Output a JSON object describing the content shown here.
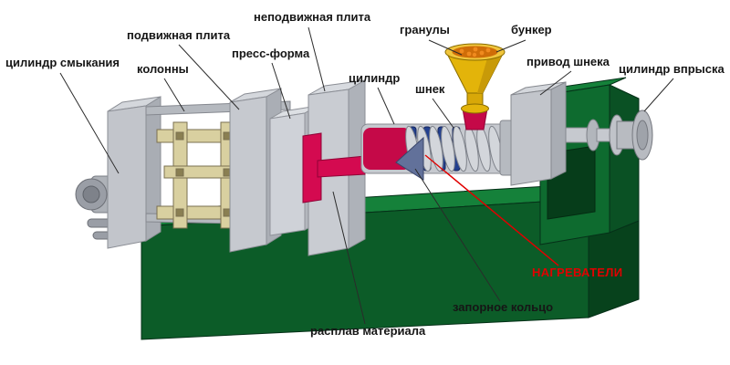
{
  "figure": {
    "type": "labeled-diagram",
    "subject": "injection molding machine schematic",
    "labels": {
      "fixed_platen": "неподвижная плита",
      "moving_platen": "подвижная плита",
      "granules": "гранулы",
      "hopper": "бункер",
      "clamping_cylinder": "цилиндр смыкания",
      "columns": "колонны",
      "mold": "пресс-форма",
      "cylinder": "цилиндр",
      "screw": "шнек",
      "screw_drive": "привод шнека",
      "injection_cylinder": "цилиндр впрыска",
      "heaters": "НАГРЕВАТЕЛИ",
      "check_ring": "запорное кольцо",
      "melt": "расплав материала"
    },
    "colors": {
      "base_green": "#0c5c28",
      "base_green_top": "#15813a",
      "base_green_side": "#07421c",
      "metal_gray": "#c6c9cf",
      "melt_magenta": "#c50948",
      "hopper_gold": "#e3b40a",
      "granules_orange": "#cf6d08",
      "heater_blue": "#23408f",
      "linkage_tan": "#d9d0a0",
      "heaters_label_red": "#e00000"
    }
  }
}
